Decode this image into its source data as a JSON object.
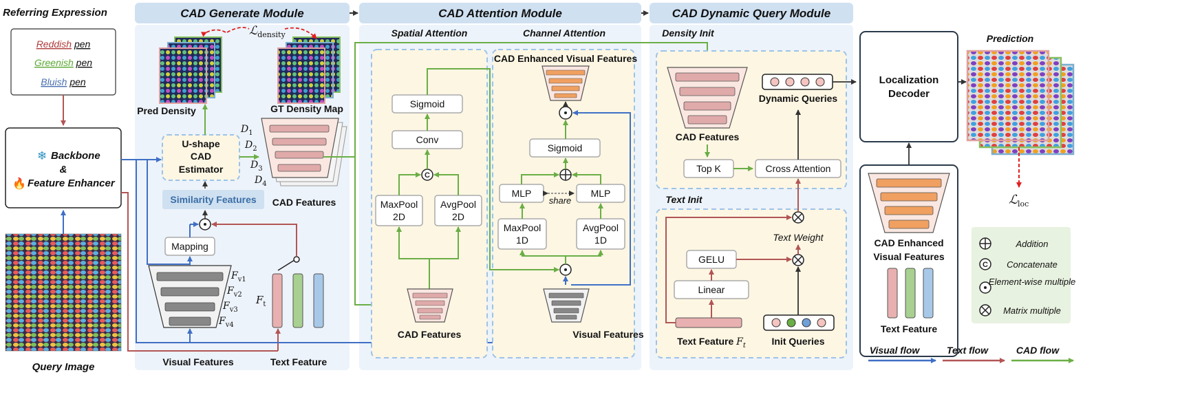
{
  "referring": {
    "title": "Referring Expression",
    "items": [
      {
        "color": "Reddish",
        "noun": "pen",
        "hex": "#b03a3a"
      },
      {
        "color": "Greenish",
        "noun": "pen",
        "hex": "#5aa832"
      },
      {
        "color": "Bluish",
        "noun": "pen",
        "hex": "#4a6fb0"
      }
    ]
  },
  "backbone": {
    "line1": "Backbone",
    "amp": "&",
    "line2": "Feature Enhancer",
    "snow_icon": "❄",
    "fire_icon": "🔥"
  },
  "query_image": {
    "label": "Query Image"
  },
  "generate": {
    "header": "CAD Generate Module",
    "loss_density": "ℒ",
    "loss_density_sub": "density",
    "pred_density": "Pred Density",
    "gt_density": "GT Density Map",
    "estimator": [
      "U-shape",
      "CAD",
      "Estimator"
    ],
    "similarity": "Similarity Features",
    "cad_features": "CAD Features",
    "mapping": "Mapping",
    "visual_features": "Visual Features",
    "text_feature": "Text Feature",
    "d_labels": [
      "D",
      "D",
      "D",
      "D"
    ],
    "d_subs": [
      "1",
      "2",
      "3",
      "4"
    ],
    "fv_labels": [
      "F",
      "F",
      "F",
      "F"
    ],
    "fv_subs": [
      "v1",
      "v2",
      "v3",
      "v4"
    ],
    "ft_label": "F",
    "ft_sub": "t"
  },
  "attention": {
    "header": "CAD Attention Module",
    "spatial": "Spatial Attention",
    "channel": "Channel Attention",
    "sigmoid": "Sigmoid",
    "conv": "Conv",
    "concat_symbol": "C",
    "maxpool2d": [
      "MaxPool",
      "2D"
    ],
    "avgpool2d": [
      "AvgPool",
      "2D"
    ],
    "cad_features": "CAD Features",
    "cad_enhanced": "CAD Enhanced Visual Features",
    "sigmoid2": "Sigmoid",
    "mlp": "MLP",
    "share": "share",
    "maxpool1d": [
      "MaxPool",
      "1D"
    ],
    "avgpool1d": [
      "AvgPool",
      "1D"
    ],
    "visual_features": "Visual Features"
  },
  "dynamic": {
    "header": "CAD Dynamic Query Module",
    "density_init": "Density Init",
    "cad_features": "CAD Features",
    "topk": "Top K",
    "cross_attention": "Cross Attention",
    "dynamic_queries": "Dynamic Queries",
    "text_init": "Text Init",
    "text_weight": "Text Weight",
    "gelu": "GELU",
    "linear": "Linear",
    "text_feature": "Text Feature",
    "ft_label": "F",
    "ft_sub": "t",
    "init_queries": "Init Queries"
  },
  "right": {
    "decoder": [
      "Localization",
      "Decoder"
    ],
    "prediction": "Prediction",
    "loss_loc": "ℒ",
    "loss_loc_sub": "loc",
    "cad_enhanced": [
      "CAD Enhanced",
      "Visual Features"
    ],
    "text_feature": "Text Feature"
  },
  "legend": {
    "items": [
      {
        "symbol": "⊕",
        "label": "Addition"
      },
      {
        "symbol": "Ⓒ",
        "label": "Concatenate"
      },
      {
        "symbol": "⊙",
        "label": "Element-wise multiple"
      },
      {
        "symbol": "⊗",
        "label": "Matrix multiple"
      }
    ],
    "flows": [
      {
        "label": "Visual flow",
        "hex": "#3f6fc6"
      },
      {
        "label": "Text flow",
        "hex": "#b25555"
      },
      {
        "label": "CAD flow",
        "hex": "#6aae45"
      }
    ]
  },
  "colors": {
    "visual": "#3f6fc6",
    "text": "#b25555",
    "cad": "#6aae45",
    "header_bg": "#cfe0f1",
    "panel_bg": "#edf3fa",
    "cream": "#fdf6e3",
    "dash": "#9dc3e6"
  }
}
